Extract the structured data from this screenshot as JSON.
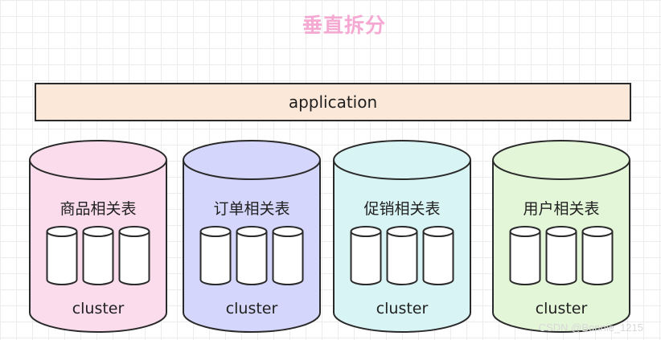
{
  "title": "垂直拆分",
  "application_label": "application",
  "databases": [
    {
      "name": "商品相关表",
      "cluster": "cluster",
      "fill": "#fbdcec"
    },
    {
      "name": "订单相关表",
      "cluster": "cluster",
      "fill": "#d4d6fb"
    },
    {
      "name": "促销相关表",
      "cluster": "cluster",
      "fill": "#d9f4f4"
    },
    {
      "name": "用户相关表",
      "cluster": "cluster",
      "fill": "#e4f6d8"
    }
  ],
  "watermark": "CSDN @Bonnie_1215",
  "colors": {
    "title": "#f4a8d2",
    "application_fill": "#fbe8d9",
    "stroke": "#2a2a2a",
    "node_fill": "#ffffff"
  }
}
